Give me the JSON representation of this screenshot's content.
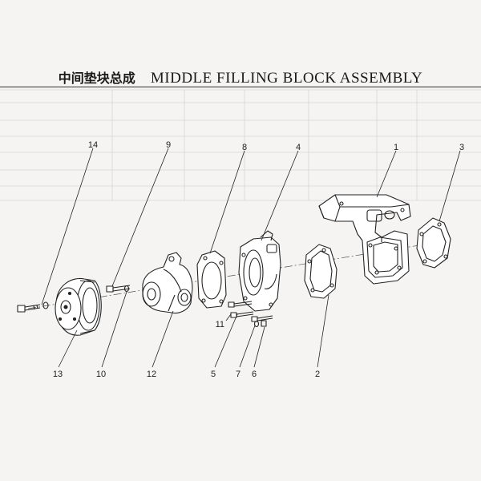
{
  "title": {
    "chinese": "中间垫块总成",
    "english": "MIDDLE FILLING BLOCK ASSEMBLY"
  },
  "callouts": [
    {
      "id": "1",
      "label": "1"
    },
    {
      "id": "2",
      "label": "2"
    },
    {
      "id": "3",
      "label": "3"
    },
    {
      "id": "4",
      "label": "4"
    },
    {
      "id": "5",
      "label": "5"
    },
    {
      "id": "6",
      "label": "6"
    },
    {
      "id": "7",
      "label": "7"
    },
    {
      "id": "8",
      "label": "8"
    },
    {
      "id": "9",
      "label": "9"
    },
    {
      "id": "10",
      "label": "10"
    },
    {
      "id": "11",
      "label": "11"
    },
    {
      "id": "12",
      "label": "12"
    },
    {
      "id": "13",
      "label": "13"
    },
    {
      "id": "14",
      "label": "14"
    }
  ],
  "colors": {
    "paper": "#f5f4f2",
    "ink": "#222222",
    "bleed_through": "#c9c9c9"
  }
}
